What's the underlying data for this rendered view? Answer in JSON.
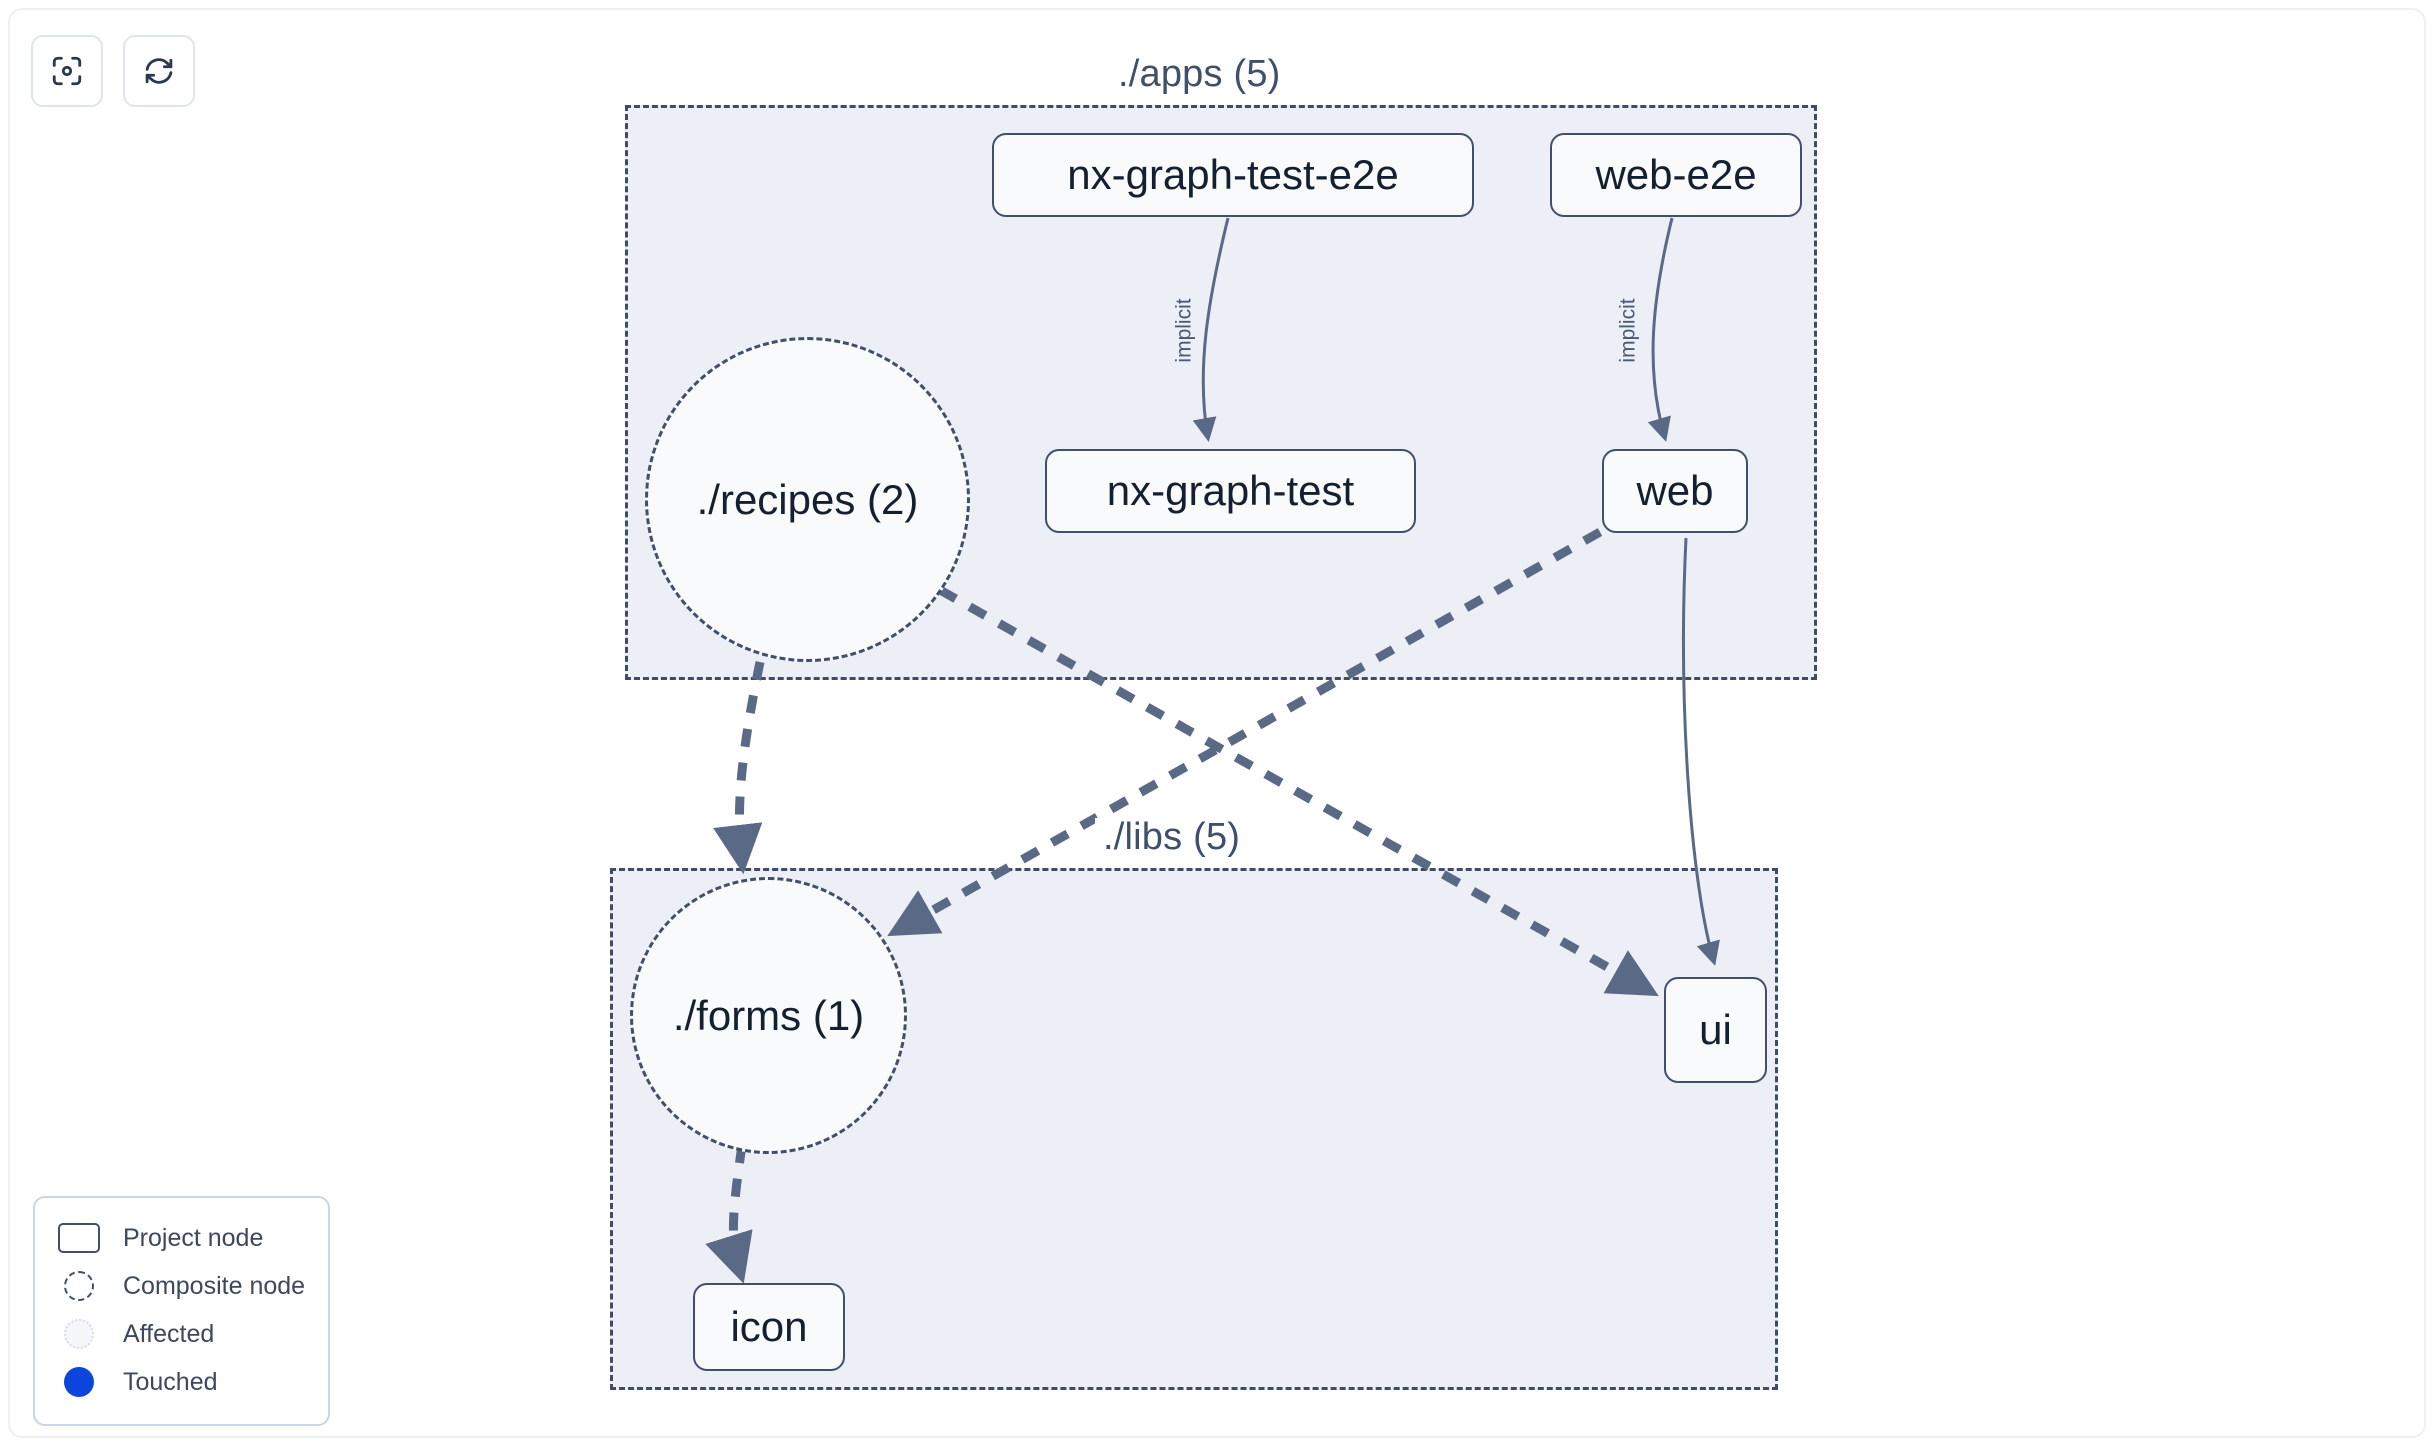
{
  "toolbar": {
    "buttons": [
      {
        "name": "focus-graph-button",
        "icon": "focus-target-icon",
        "label": "Focus graph"
      },
      {
        "name": "refresh-graph-button",
        "icon": "refresh-icon",
        "label": "Refresh graph"
      }
    ]
  },
  "graph": {
    "groups": [
      {
        "id": "apps",
        "label": "./apps (5)",
        "count": 5
      },
      {
        "id": "libs",
        "label": "./libs (5)",
        "count": 5
      }
    ],
    "nodes": [
      {
        "id": "nx-graph-test-e2e",
        "label": "nx-graph-test-e2e",
        "type": "project",
        "group": "apps"
      },
      {
        "id": "web-e2e",
        "label": "web-e2e",
        "type": "project",
        "group": "apps"
      },
      {
        "id": "recipes",
        "label": "./recipes (2)",
        "type": "composite",
        "group": "apps",
        "count": 2
      },
      {
        "id": "nx-graph-test",
        "label": "nx-graph-test",
        "type": "project",
        "group": "apps"
      },
      {
        "id": "web",
        "label": "web",
        "type": "project",
        "group": "apps"
      },
      {
        "id": "forms",
        "label": "./forms (1)",
        "type": "composite",
        "group": "libs",
        "count": 1
      },
      {
        "id": "icon",
        "label": "icon",
        "type": "project",
        "group": "libs"
      },
      {
        "id": "ui",
        "label": "ui",
        "type": "project",
        "group": "libs"
      }
    ],
    "edges": [
      {
        "from": "nx-graph-test-e2e",
        "to": "nx-graph-test",
        "label": "implicit",
        "style": "solid"
      },
      {
        "from": "web-e2e",
        "to": "web",
        "label": "implicit",
        "style": "solid"
      },
      {
        "from": "recipes",
        "to": "forms",
        "label": "",
        "style": "dashed"
      },
      {
        "from": "recipes",
        "to": "ui",
        "label": "",
        "style": "dashed"
      },
      {
        "from": "web",
        "to": "forms",
        "label": "",
        "style": "dashed"
      },
      {
        "from": "web",
        "to": "ui",
        "label": "",
        "style": "solid"
      },
      {
        "from": "forms",
        "to": "icon",
        "label": "",
        "style": "dashed"
      }
    ]
  },
  "legend": {
    "items": [
      {
        "swatch": "project-node-swatch",
        "label": "Project node"
      },
      {
        "swatch": "composite-node-swatch",
        "label": "Composite node"
      },
      {
        "swatch": "affected-swatch",
        "label": "Affected"
      },
      {
        "swatch": "touched-swatch",
        "label": "Touched"
      }
    ]
  },
  "colors": {
    "group_fill": "#eceff5",
    "group_border": "#3f4c63",
    "node_fill": "#f8fafc",
    "node_border": "#41506a",
    "edge": "#5a6a86",
    "text": "#15202e",
    "touched": "#0b45dd"
  }
}
